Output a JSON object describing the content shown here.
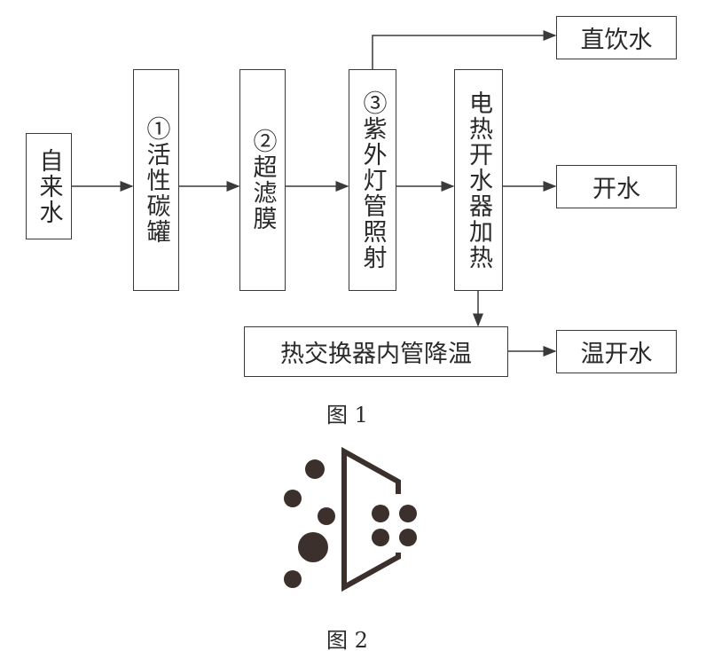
{
  "figure1": {
    "nodes": {
      "tap_water": "自来水",
      "carbon": "①活性碳罐",
      "uf": "②超滤膜",
      "uv": "③紫外灯管照射",
      "heater": "电热开水器加热",
      "direct": "直饮水",
      "boiled": "开水",
      "exchanger": "热交换器内管降温",
      "warm": "温开水"
    },
    "caption": "图 1"
  },
  "figure2": {
    "caption": "图 2"
  },
  "colors": {
    "ink": "#3a3a3a",
    "dot": "#3b302b"
  }
}
